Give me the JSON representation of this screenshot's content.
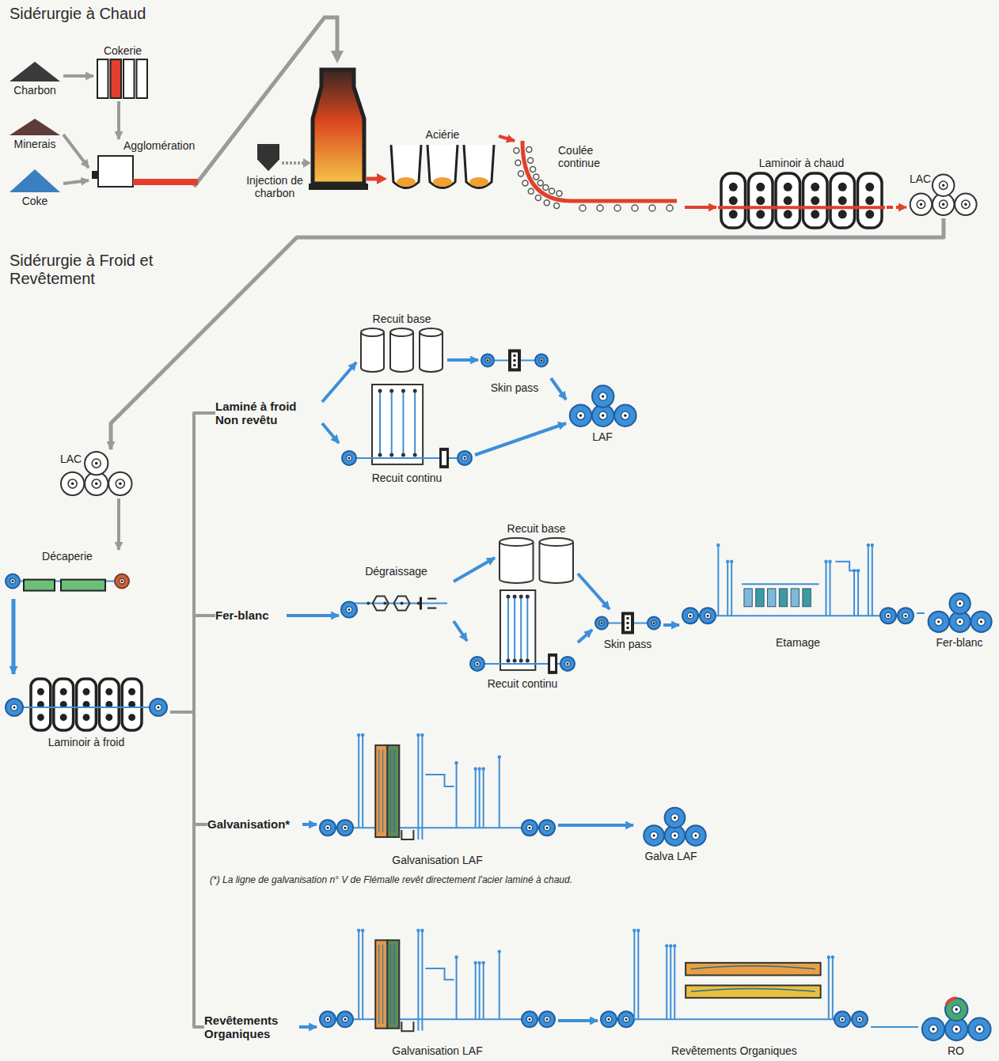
{
  "diagram": {
    "nodes": [
      {
        "text": [
          "Charbon"
        ]
      },
      {
        "text": [
          "Minerais"
        ]
      },
      {
        "text": [
          "Coke"
        ]
      },
      {
        "text": [
          "Cokerie"
        ]
      },
      {
        "text": [
          "Agglomération"
        ]
      },
      {
        "text": [
          "Injection de charbon"
        ]
      },
      {
        "text": [
          "Aciérie"
        ]
      },
      {
        "text": [
          "Coulée continue"
        ]
      },
      {
        "text": [
          "Laminoir à chaud"
        ]
      },
      {
        "text": [
          "LAC"
        ]
      },
      {
        "text": [
          "LAC"
        ]
      },
      {
        "text": [
          "Décaperie"
        ]
      },
      {
        "text": [
          "Laminoir à froid"
        ]
      },
      {
        "text": [
          "Laminé à froid Non revêtu"
        ]
      },
      {
        "text": [
          "Recuit base"
        ]
      },
      {
        "text": [
          "Recuit continu"
        ]
      },
      {
        "text": [
          "Skin pass"
        ]
      },
      {
        "text": [
          "LAF"
        ]
      },
      {
        "text": [
          "Fer-blanc"
        ]
      },
      {
        "text": [
          "Dégraissage"
        ]
      },
      {
        "text": [
          "Recuit base"
        ]
      },
      {
        "text": [
          "Recuit continu"
        ]
      },
      {
        "text": [
          "Skin pass"
        ]
      },
      {
        "text": [
          "Etamage"
        ]
      },
      {
        "text": [
          "Fer-blanc"
        ]
      },
      {
        "text": [
          "Galvanisation*"
        ]
      },
      {
        "text": [
          "Galvanisation LAF"
        ]
      },
      {
        "text": [
          "Galva LAF"
        ]
      },
      {
        "text": [
          "Revêtements Organiques"
        ]
      },
      {
        "text": [
          "Galvanisation LAF"
        ]
      },
      {
        "text": [
          "Revêtements Organiques"
        ]
      },
      {
        "text": [
          "RO"
        ]
      }
    ],
    "edges": [
      {
        "from": 0,
        "to": 3,
        "arrow": "to"
      },
      {
        "from": 3,
        "to": 4,
        "arrow": "to"
      },
      {
        "from": 1,
        "to": 4,
        "arrow": "to"
      },
      {
        "from": 2,
        "to": 4,
        "arrow": "to"
      },
      {
        "from": 6,
        "to": 7,
        "arrow": "to"
      },
      {
        "from": 7,
        "to": 8,
        "arrow": "to"
      },
      {
        "from": 8,
        "to": 9,
        "arrow": "to"
      },
      {
        "from": 9,
        "to": 10,
        "arrow": "to"
      },
      {
        "from": 10,
        "to": 11,
        "arrow": "to"
      },
      {
        "from": 11,
        "to": 12,
        "arrow": "to"
      },
      {
        "from": 12,
        "to": 13,
        "arrow": "none"
      },
      {
        "from": 12,
        "to": 18,
        "arrow": "none"
      },
      {
        "from": 12,
        "to": 25,
        "arrow": "none"
      },
      {
        "from": 12,
        "to": 28,
        "arrow": "none"
      },
      {
        "from": 13,
        "to": 14,
        "arrow": "to"
      },
      {
        "from": 13,
        "to": 15,
        "arrow": "to"
      },
      {
        "from": 14,
        "to": 16,
        "arrow": "to"
      },
      {
        "from": 16,
        "to": 17,
        "arrow": "to"
      },
      {
        "from": 15,
        "to": 17,
        "arrow": "to"
      },
      {
        "from": 18,
        "to": 19,
        "arrow": "to"
      },
      {
        "from": 19,
        "to": 20,
        "arrow": "to"
      },
      {
        "from": 19,
        "to": 21,
        "arrow": "to"
      },
      {
        "from": 20,
        "to": 22,
        "arrow": "to"
      },
      {
        "from": 21,
        "to": 22,
        "arrow": "to"
      },
      {
        "from": 22,
        "to": 23,
        "arrow": "to"
      },
      {
        "from": 23,
        "to": 24,
        "arrow": "none"
      },
      {
        "from": 25,
        "to": 26,
        "arrow": "to"
      },
      {
        "from": 26,
        "to": 27,
        "arrow": "to"
      },
      {
        "from": 28,
        "to": 29,
        "arrow": "to"
      },
      {
        "from": 29,
        "to": 30,
        "arrow": "to"
      },
      {
        "from": 30,
        "to": 31,
        "arrow": "none"
      }
    ],
    "labels": [
      "Sidérurgie à Chaud",
      "Sidérurgie à Froid et Revêtement",
      "(*) La ligne de galvanisation n° V de Flémalle revêt directement l'acier laminé à chaud."
    ]
  }
}
